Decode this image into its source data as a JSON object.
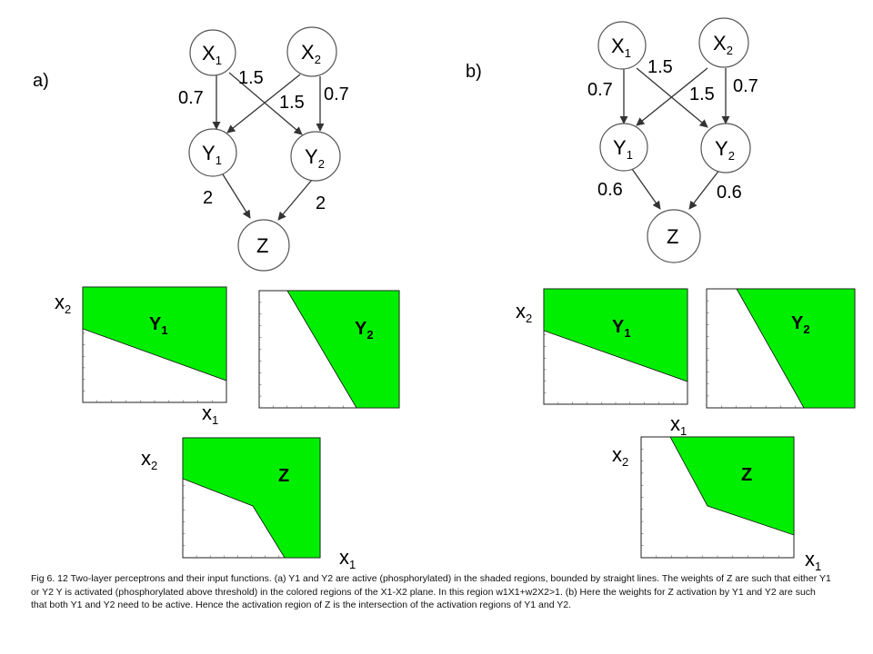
{
  "colors": {
    "active": "#00ee00",
    "edge": "#333333",
    "node_stroke": "#555555"
  },
  "network_a": {
    "panel_label": "a)",
    "nodes": {
      "x1": {
        "base": "X",
        "sub": "1"
      },
      "x2": {
        "base": "X",
        "sub": "2"
      },
      "y1": {
        "base": "Y",
        "sub": "1"
      },
      "y2": {
        "base": "Y",
        "sub": "2"
      },
      "z": {
        "base": "Z",
        "sub": ""
      }
    },
    "weights": {
      "x1_y1": "0.7",
      "x1_y2": "1.5",
      "x2_y1": "1.5",
      "x2_y2": "0.7",
      "y1_z": "2",
      "y2_z": "2"
    }
  },
  "network_b": {
    "panel_label": "b)",
    "nodes": {
      "x1": {
        "base": "X",
        "sub": "1"
      },
      "x2": {
        "base": "X",
        "sub": "2"
      },
      "y1": {
        "base": "Y",
        "sub": "1"
      },
      "y2": {
        "base": "Y",
        "sub": "2"
      },
      "z": {
        "base": "Z",
        "sub": ""
      }
    },
    "weights": {
      "x1_y1": "0.7",
      "x1_y2": "1.5",
      "x2_y1": "1.5",
      "x2_y2": "0.7",
      "y1_z": "0.6",
      "y2_z": "0.6"
    }
  },
  "plots": {
    "axis_x": {
      "base": "x",
      "sub": "1"
    },
    "axis_y": {
      "base": "x",
      "sub": "2"
    },
    "a_y1": {
      "label": {
        "base": "Y",
        "sub": "1"
      }
    },
    "a_y2": {
      "label": {
        "base": "Y",
        "sub": "2"
      }
    },
    "a_z": {
      "label": {
        "base": "Z",
        "sub": ""
      }
    },
    "b_y1": {
      "label": {
        "base": "Y",
        "sub": "1"
      }
    },
    "b_y2": {
      "label": {
        "base": "Y",
        "sub": "2"
      }
    },
    "b_z": {
      "label": {
        "base": "Z",
        "sub": ""
      }
    }
  },
  "caption": "Fig 6. 12 Two-layer perceptrons and their input functions. (a) Y1 and Y2 are active (phosphorylated) in the shaded regions, bounded by  straight lines. The weights of Z are such that either Y1 or Y2  Y is activated (phosphorylated above threshold) in the colored regions of the X1-X2 plane. In this region w1X1+w2X2>1. (b) Here  the weights for Z activation by Y1 and Y2 are such that both Y1 and Y2 need to be active. Hence the activation region of Z is the intersection of the activation regions of Y1 and Y2."
}
